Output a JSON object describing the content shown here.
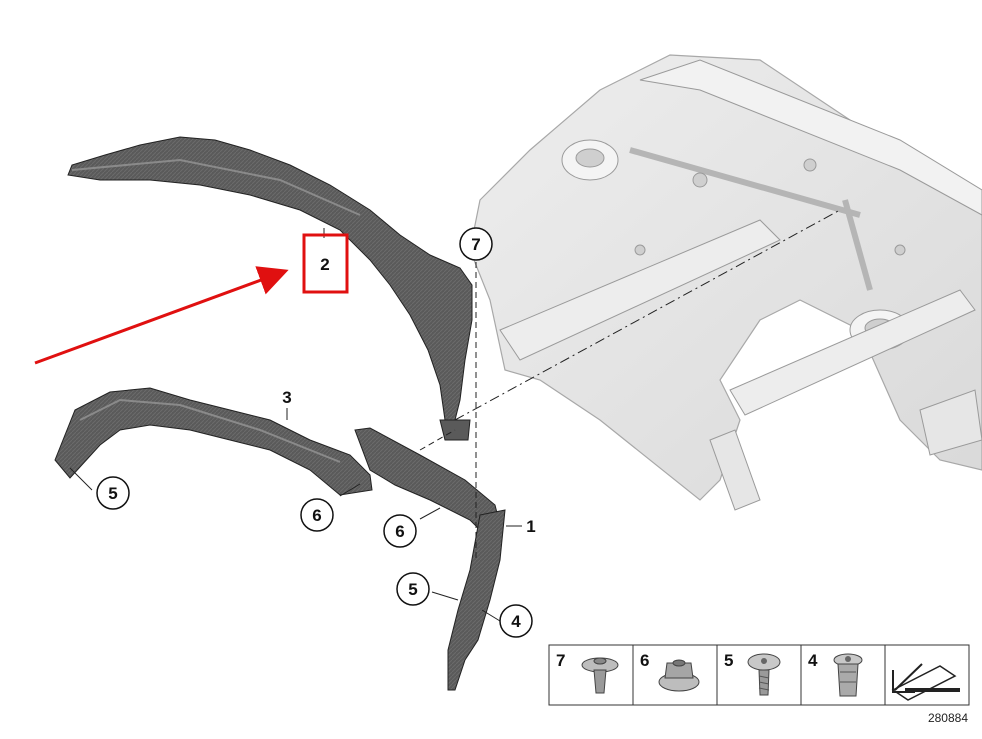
{
  "callouts": {
    "c7_top": "7",
    "c2": "2",
    "c3": "3",
    "c5_left": "5",
    "c6_left": "6",
    "c6_mid": "6",
    "c1": "1",
    "c5_low": "5",
    "c4": "4"
  },
  "legend": {
    "items": [
      {
        "number": "7",
        "icon": "push-rivet-icon"
      },
      {
        "number": "6",
        "icon": "flange-nut-icon"
      },
      {
        "number": "5",
        "icon": "torx-screw-icon"
      },
      {
        "number": "4",
        "icon": "expanding-nut-icon"
      },
      {
        "number": "",
        "icon": "view-direction-arrow-icon"
      }
    ]
  },
  "document_number": "280884",
  "colors": {
    "highlight": "#e01010",
    "part_dark": "#5a5a5a",
    "body_light": "#e3e3e3",
    "outline": "#111111"
  }
}
